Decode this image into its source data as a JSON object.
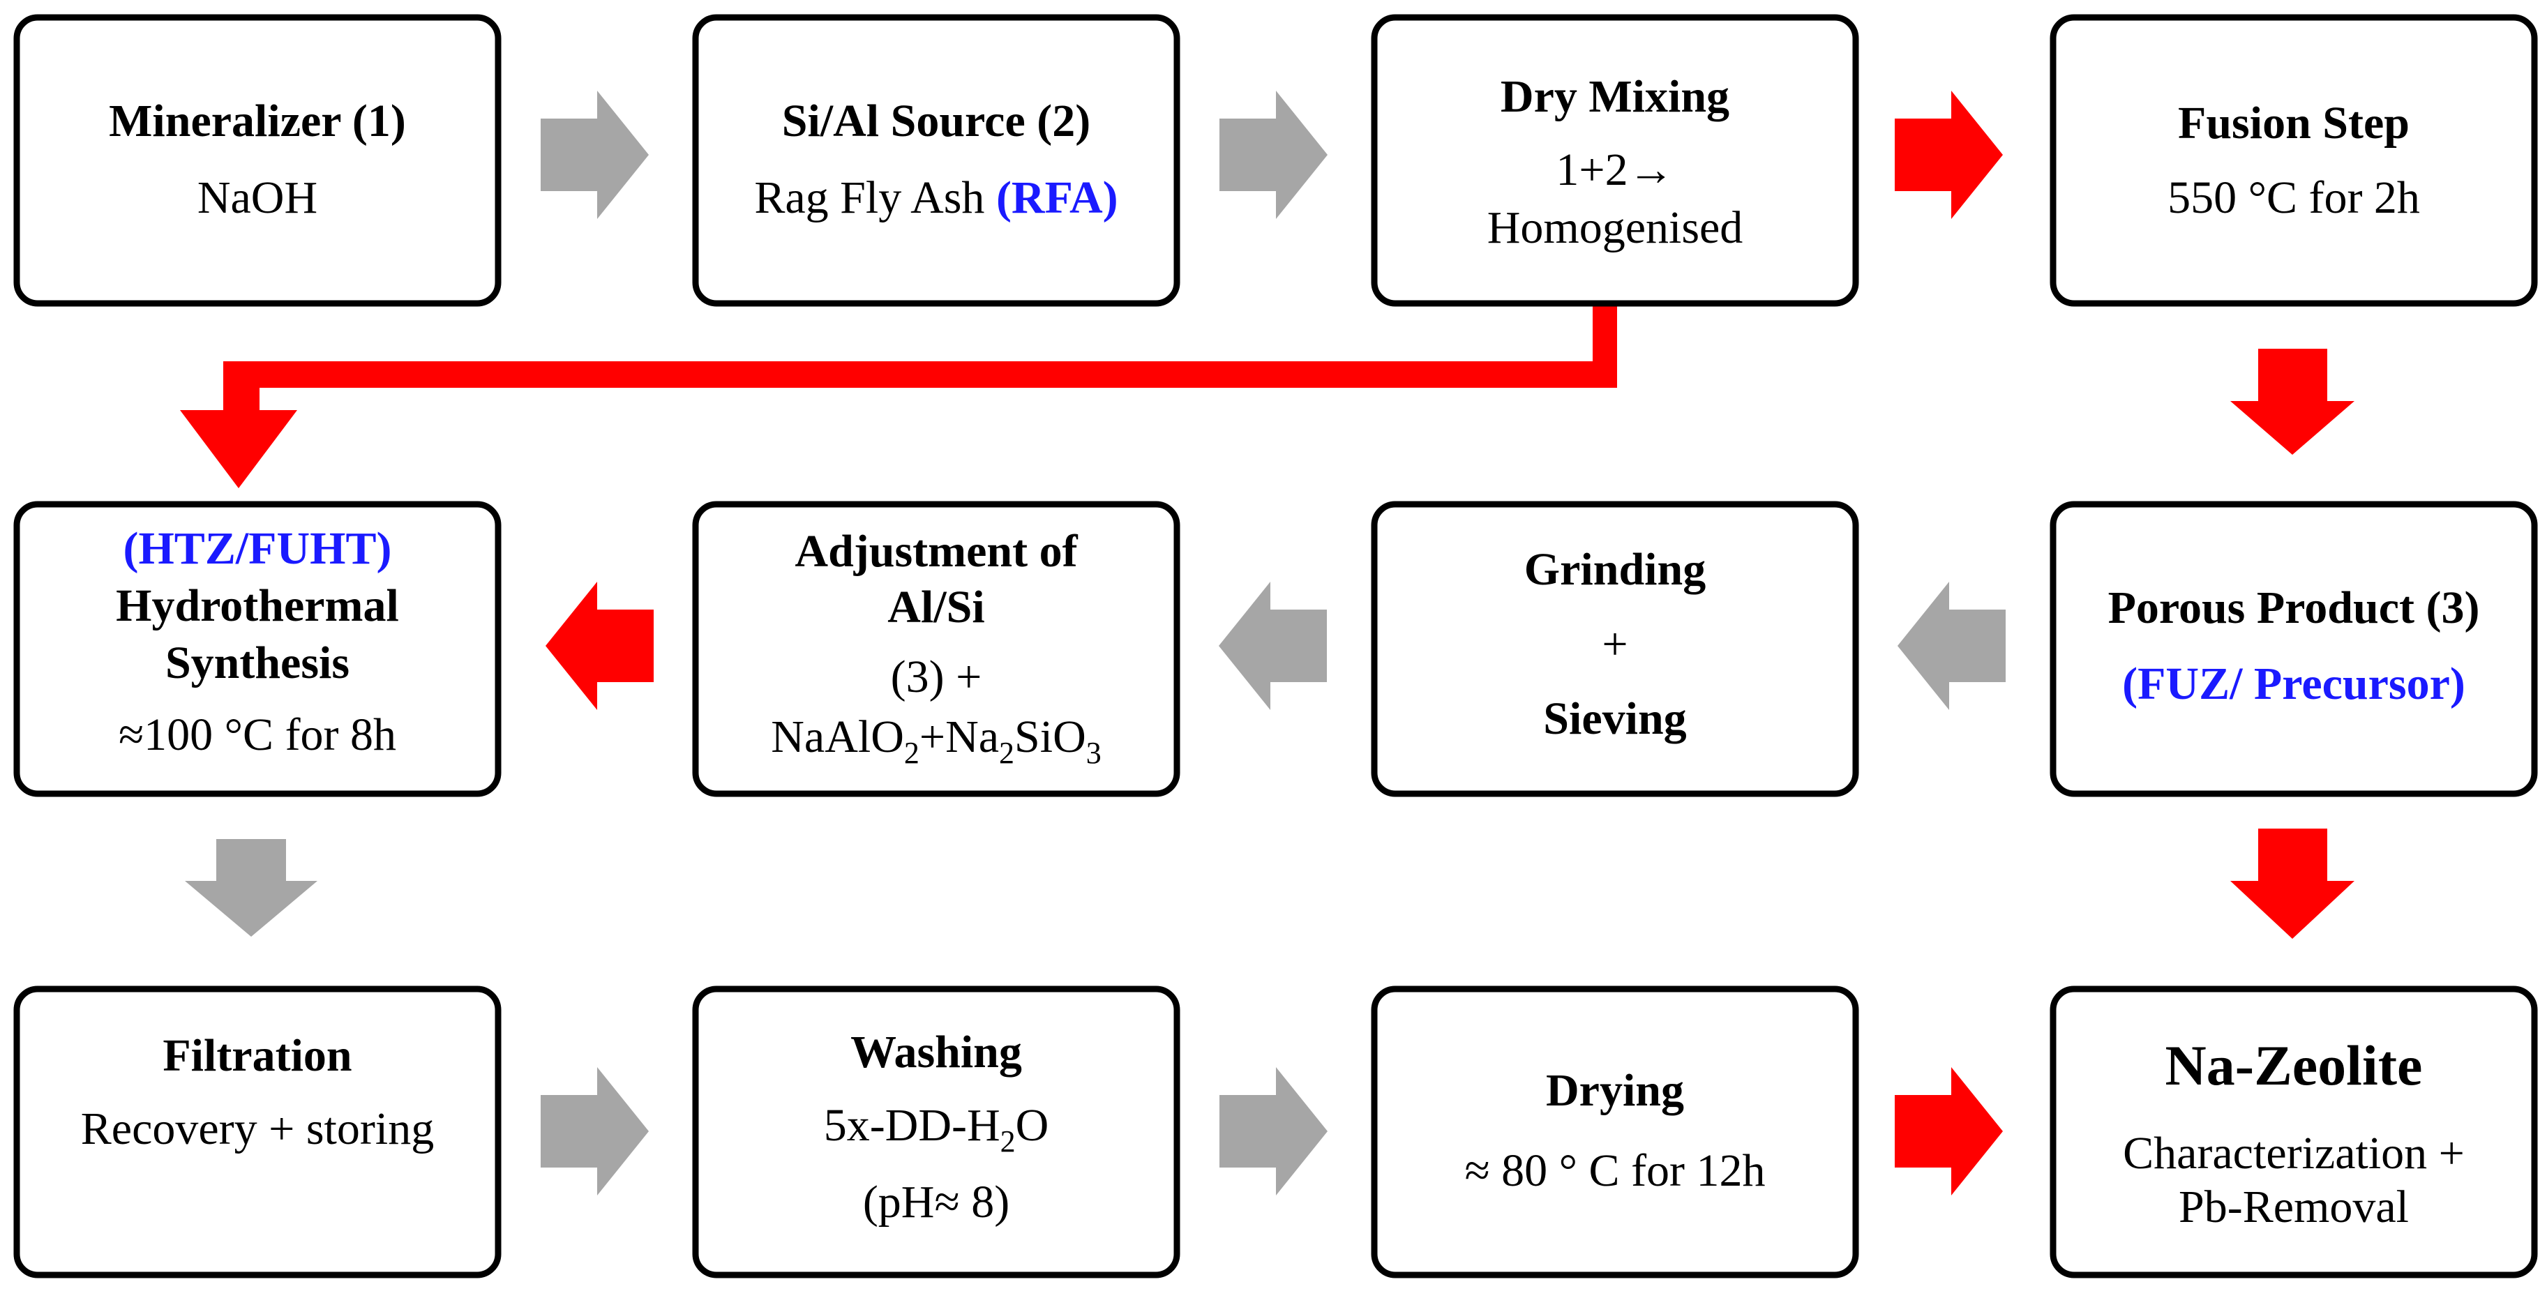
{
  "colors": {
    "process_arrow": "#ff0000",
    "flow_arrow": "#a6a6a6",
    "box_border": "#000000",
    "highlight_text": "#1a1aff"
  },
  "boxes": {
    "mineralizer": {
      "title": "Mineralizer (1)",
      "detail": "NaOH"
    },
    "si_al_source": {
      "title": "Si/Al  Source (2)",
      "detail": "Rag Fly Ash ",
      "highlight": "(RFA)"
    },
    "dry_mixing": {
      "title": "Dry Mixing",
      "line1": "1+2→",
      "line2": "Homogenised"
    },
    "fusion_step": {
      "title": "Fusion Step",
      "detail": "550 °C for 2h"
    },
    "hydrothermal": {
      "highlight": "(HTZ/FUHT)",
      "title1": "Hydrothermal",
      "title2": "Synthesis",
      "detail": "≈100 °C for 8h"
    },
    "adjustment": {
      "title1": "Adjustment of",
      "title2": "Al/Si",
      "line1": "(3) +",
      "formula": {
        "p1": "NaAlO",
        "s1": "2",
        "p2": "+Na",
        "s2": "2",
        "p3": "SiO",
        "s3": "3"
      }
    },
    "grinding": {
      "title1": "Grinding",
      "plus": "+",
      "title2": "Sieving"
    },
    "porous_product": {
      "title": "Porous Product (3)",
      "highlight": "(FUZ/ Precursor)"
    },
    "filtration": {
      "title": "Filtration",
      "detail": "Recovery + storing"
    },
    "washing": {
      "title": "Washing",
      "formula": {
        "p1": "5x-DD-H",
        "s1": "2",
        "p2": "O"
      },
      "line2": "(pH≈ 8)"
    },
    "drying": {
      "title": "Drying",
      "detail": "≈ 80 ° C for 12h"
    },
    "na_zeolite": {
      "title": "Na-Zeolite",
      "line1": "Characterization +",
      "line2": "Pb-Removal"
    }
  }
}
